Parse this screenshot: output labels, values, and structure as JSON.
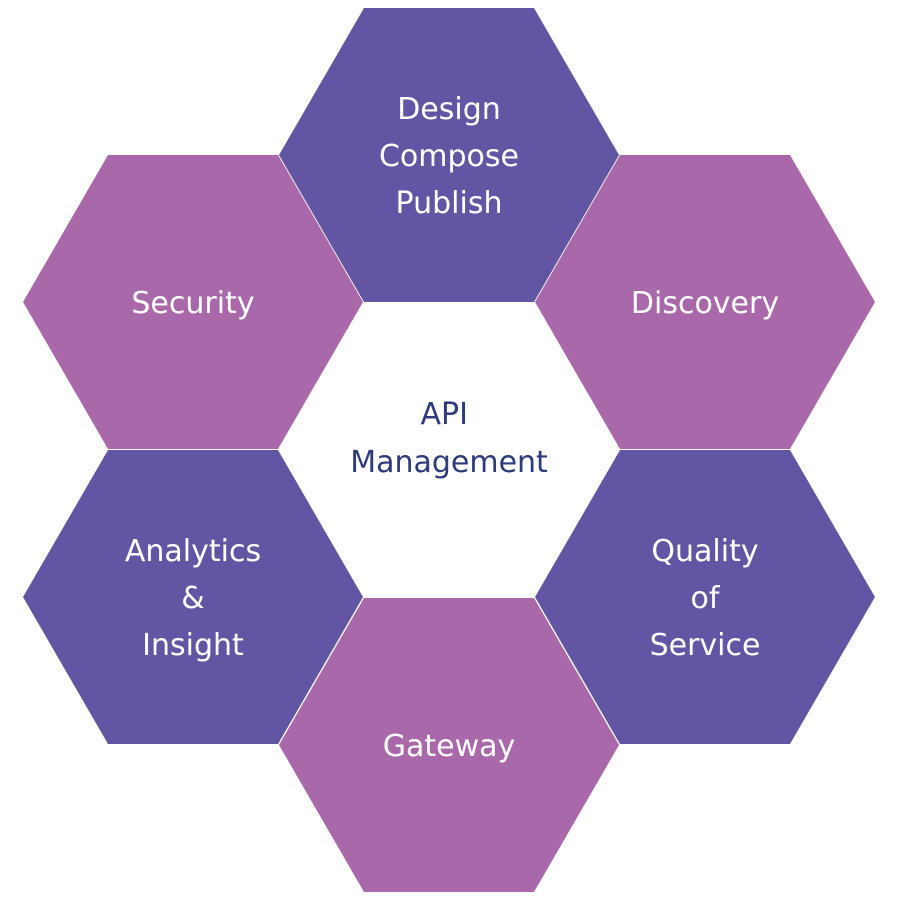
{
  "title": [
    "API",
    "Management"
  ],
  "colors": {
    "indigo": "#6255A4",
    "orchid": "#A968AA",
    "center_text": "#2D3A7C",
    "hex_text": "#ffffff"
  },
  "segments": [
    {
      "id": "design",
      "lines": [
        "Design",
        "Compose",
        "Publish"
      ],
      "color": "indigo",
      "position": "top"
    },
    {
      "id": "security",
      "lines": [
        "Security"
      ],
      "color": "orchid",
      "position": "upper-left"
    },
    {
      "id": "discovery",
      "lines": [
        "Discovery"
      ],
      "color": "orchid",
      "position": "upper-right"
    },
    {
      "id": "analytics",
      "lines": [
        "Analytics",
        "&",
        "Insight"
      ],
      "color": "indigo",
      "position": "lower-left"
    },
    {
      "id": "quality",
      "lines": [
        "Quality",
        "of",
        "Service"
      ],
      "color": "indigo",
      "position": "lower-right"
    },
    {
      "id": "gateway",
      "lines": [
        "Gateway"
      ],
      "color": "orchid",
      "position": "bottom"
    }
  ]
}
